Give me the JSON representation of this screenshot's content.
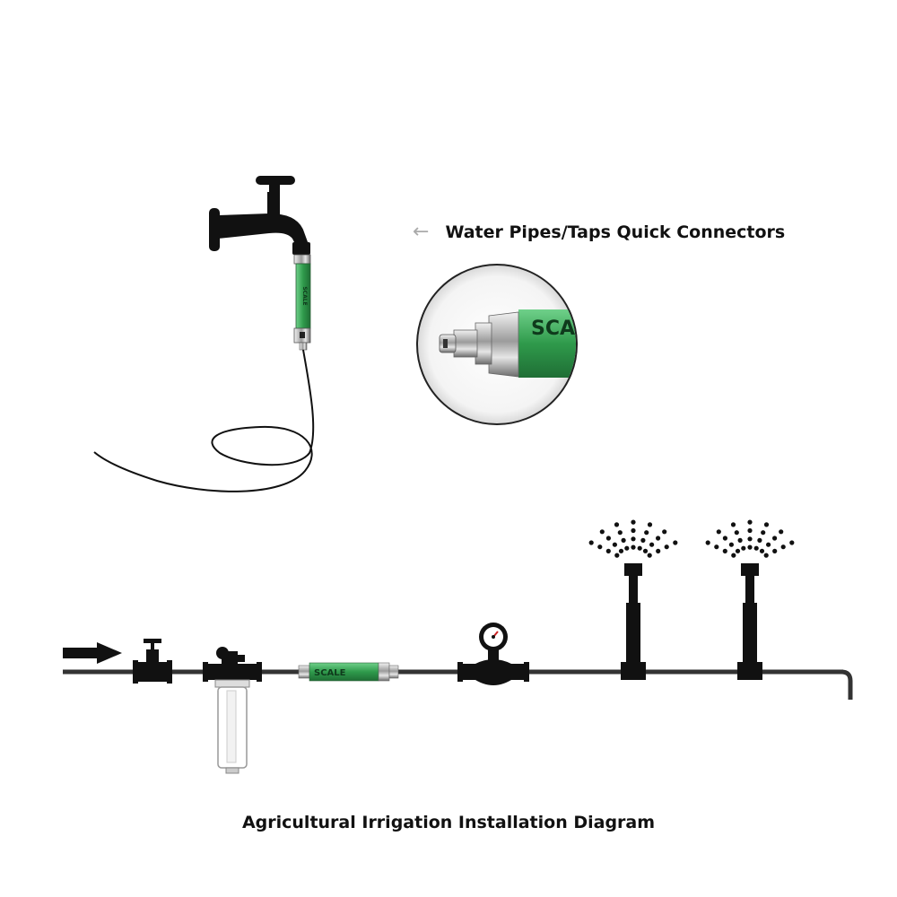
{
  "connector_caption": {
    "text": "Water Pipes/Taps Quick Connectors",
    "arrow_icon": "arrow-left-icon"
  },
  "detail_label": "SCALE",
  "device_label": "SCALE",
  "diagram_caption": "Agricultural Irrigation Installation Diagram",
  "colors": {
    "pipe": "#333333",
    "device_green": "#3fae5a",
    "black": "#111111"
  },
  "components": [
    "flow-direction-arrow-icon",
    "gate-valve-icon",
    "sediment-filter-icon",
    "scale-inhibitor-device",
    "water-meter-icon",
    "sprinkler-head-icon",
    "sprinkler-head-icon"
  ]
}
